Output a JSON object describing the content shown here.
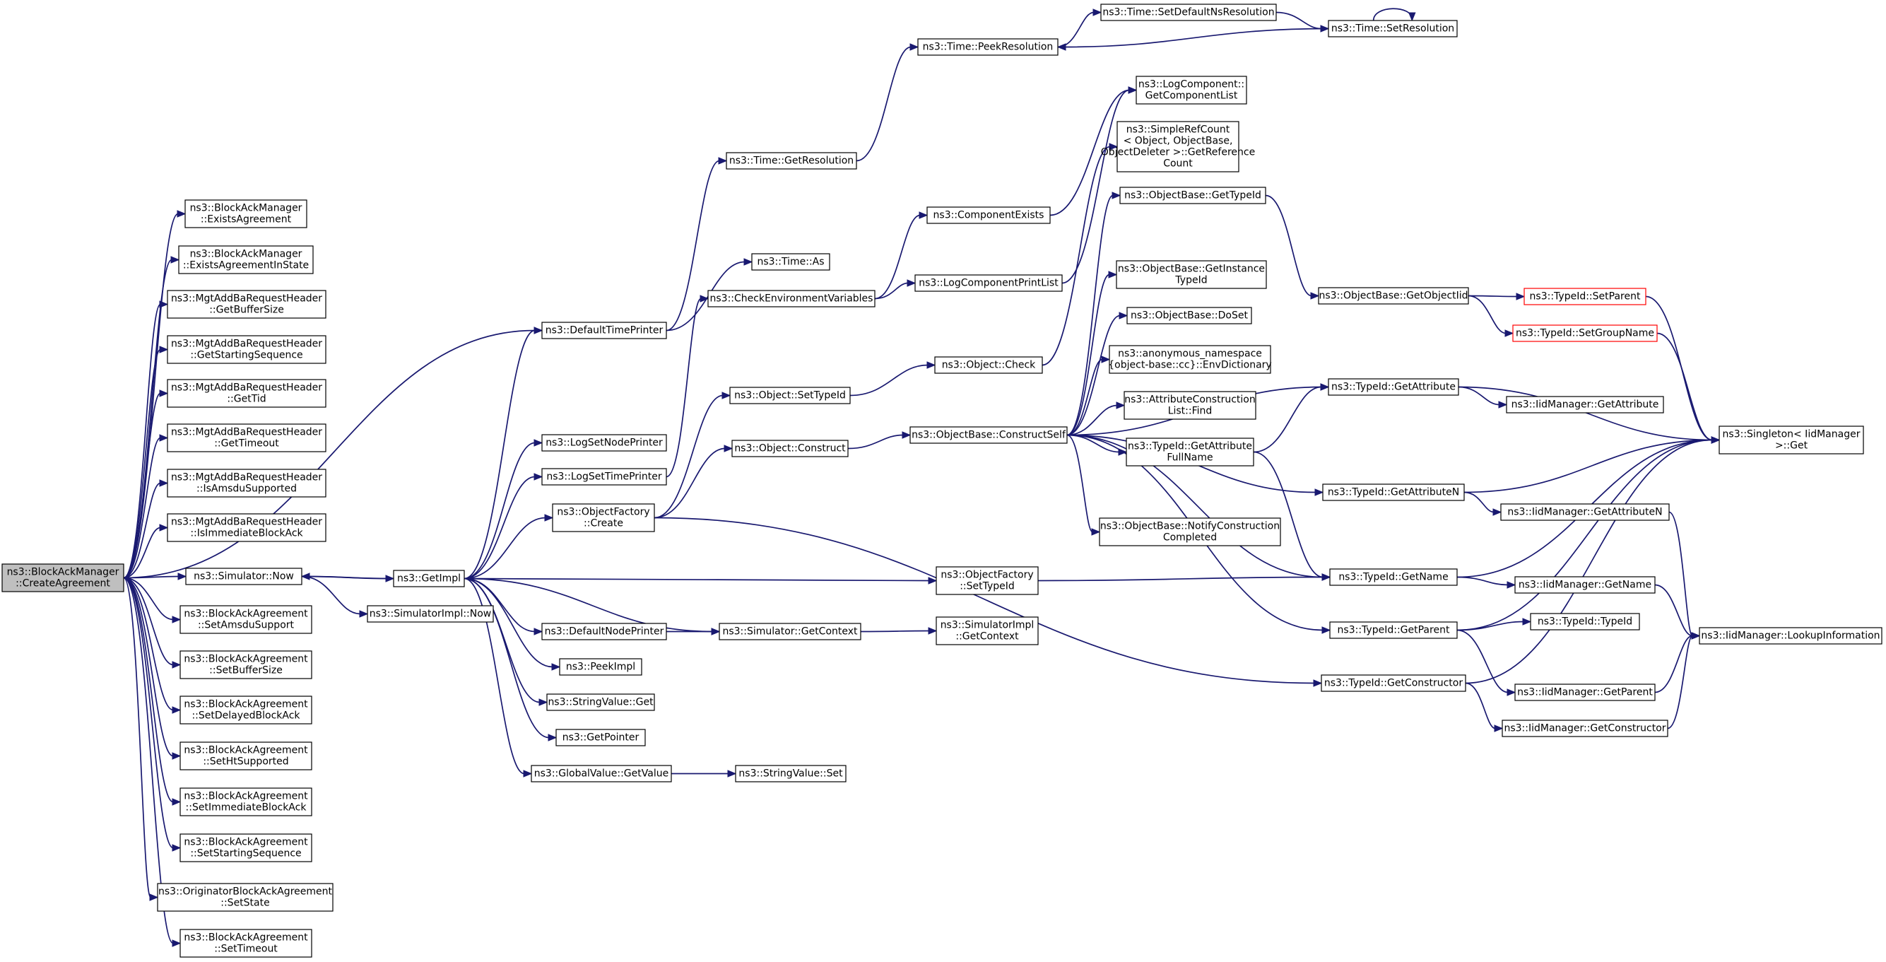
{
  "colors": {
    "edge": "#191970",
    "node_border": "#000000",
    "node_fill": "#ffffff",
    "root_fill": "#bfbfbf",
    "truncated_border": "#ff0000"
  },
  "diagram": {
    "nodes": [
      {
        "id": "root",
        "lines": [
          "ns3::BlockAckManager",
          "::CreateAgreement"
        ],
        "style": "root"
      },
      {
        "id": "bam_exists",
        "lines": [
          "ns3::BlockAckManager",
          "::ExistsAgreement"
        ]
      },
      {
        "id": "bam_exists_state",
        "lines": [
          "ns3::BlockAckManager",
          "::ExistsAgreementInState"
        ]
      },
      {
        "id": "mgt_buf",
        "lines": [
          "ns3::MgtAddBaRequestHeader",
          "::GetBufferSize"
        ]
      },
      {
        "id": "mgt_start",
        "lines": [
          "ns3::MgtAddBaRequestHeader",
          "::GetStartingSequence"
        ]
      },
      {
        "id": "mgt_tid",
        "lines": [
          "ns3::MgtAddBaRequestHeader",
          "::GetTid"
        ]
      },
      {
        "id": "mgt_timeout",
        "lines": [
          "ns3::MgtAddBaRequestHeader",
          "::GetTimeout"
        ]
      },
      {
        "id": "mgt_amsdu",
        "lines": [
          "ns3::MgtAddBaRequestHeader",
          "::IsAmsduSupported"
        ]
      },
      {
        "id": "mgt_imm",
        "lines": [
          "ns3::MgtAddBaRequestHeader",
          "::IsImmediateBlockAck"
        ]
      },
      {
        "id": "sim_now",
        "lines": [
          "ns3::Simulator::Now"
        ]
      },
      {
        "id": "baa_amsdu",
        "lines": [
          "ns3::BlockAckAgreement",
          "::SetAmsduSupport"
        ]
      },
      {
        "id": "baa_buf",
        "lines": [
          "ns3::BlockAckAgreement",
          "::SetBufferSize"
        ]
      },
      {
        "id": "baa_delayed",
        "lines": [
          "ns3::BlockAckAgreement",
          "::SetDelayedBlockAck"
        ]
      },
      {
        "id": "baa_ht",
        "lines": [
          "ns3::BlockAckAgreement",
          "::SetHtSupported"
        ]
      },
      {
        "id": "baa_imm",
        "lines": [
          "ns3::BlockAckAgreement",
          "::SetImmediateBlockAck"
        ]
      },
      {
        "id": "baa_start",
        "lines": [
          "ns3::BlockAckAgreement",
          "::SetStartingSequence"
        ]
      },
      {
        "id": "obaa_state",
        "lines": [
          "ns3::OriginatorBlockAckAgreement",
          "::SetState"
        ]
      },
      {
        "id": "baa_timeout",
        "lines": [
          "ns3::BlockAckAgreement",
          "::SetTimeout"
        ]
      },
      {
        "id": "get_impl",
        "lines": [
          "ns3::GetImpl"
        ]
      },
      {
        "id": "simimpl_now",
        "lines": [
          "ns3::SimulatorImpl::Now"
        ]
      },
      {
        "id": "default_time_printer",
        "lines": [
          "ns3::DefaultTimePrinter"
        ]
      },
      {
        "id": "log_set_node_printer",
        "lines": [
          "ns3::LogSetNodePrinter"
        ]
      },
      {
        "id": "log_set_time_printer",
        "lines": [
          "ns3::LogSetTimePrinter"
        ]
      },
      {
        "id": "objfactory_create",
        "lines": [
          "ns3::ObjectFactory",
          "::Create"
        ]
      },
      {
        "id": "default_node_printer",
        "lines": [
          "ns3::DefaultNodePrinter"
        ]
      },
      {
        "id": "peek_impl",
        "lines": [
          "ns3::PeekImpl"
        ]
      },
      {
        "id": "stringvalue_get",
        "lines": [
          "ns3::StringValue::Get"
        ]
      },
      {
        "id": "get_pointer",
        "lines": [
          "ns3::GetPointer"
        ]
      },
      {
        "id": "globalvalue_getvalue",
        "lines": [
          "ns3::GlobalValue::GetValue"
        ]
      },
      {
        "id": "time_getresolution",
        "lines": [
          "ns3::Time::GetResolution"
        ]
      },
      {
        "id": "time_as",
        "lines": [
          "ns3::Time::As"
        ]
      },
      {
        "id": "check_env",
        "lines": [
          "ns3::CheckEnvironmentVariables"
        ]
      },
      {
        "id": "object_settypeid",
        "lines": [
          "ns3::Object::SetTypeId"
        ]
      },
      {
        "id": "object_construct",
        "lines": [
          "ns3::Object::Construct"
        ]
      },
      {
        "id": "sim_getcontext",
        "lines": [
          "ns3::Simulator::GetContext"
        ]
      },
      {
        "id": "stringvalue_set",
        "lines": [
          "ns3::StringValue::Set"
        ]
      },
      {
        "id": "time_peekres",
        "lines": [
          "ns3::Time::PeekResolution"
        ]
      },
      {
        "id": "component_exists",
        "lines": [
          "ns3::ComponentExists"
        ]
      },
      {
        "id": "log_comp_printlist",
        "lines": [
          "ns3::LogComponentPrintList"
        ]
      },
      {
        "id": "object_check",
        "lines": [
          "ns3::Object::Check"
        ]
      },
      {
        "id": "objbase_constructself",
        "lines": [
          "ns3::ObjectBase::ConstructSelf"
        ]
      },
      {
        "id": "objfactory_settypeid",
        "lines": [
          "ns3::ObjectFactory",
          "::SetTypeId"
        ]
      },
      {
        "id": "simimpl_getcontext",
        "lines": [
          "ns3::SimulatorImpl",
          "::GetContext"
        ]
      },
      {
        "id": "time_setdefaultns",
        "lines": [
          "ns3::Time::SetDefaultNsResolution"
        ]
      },
      {
        "id": "logcomp_getlist",
        "lines": [
          "ns3::LogComponent::",
          "GetComponentList"
        ]
      },
      {
        "id": "simplerefcount",
        "lines": [
          "ns3::SimpleRefCount",
          "< Object, ObjectBase,",
          "ObjectDeleter >::GetReference",
          "Count"
        ]
      },
      {
        "id": "objbase_gettypeid",
        "lines": [
          "ns3::ObjectBase::GetTypeId"
        ]
      },
      {
        "id": "objbase_getinstancetypeid",
        "lines": [
          "ns3::ObjectBase::GetInstance",
          "TypeId"
        ]
      },
      {
        "id": "objbase_doset",
        "lines": [
          "ns3::ObjectBase::DoSet"
        ]
      },
      {
        "id": "anon_envdict",
        "lines": [
          "ns3::anonymous_namespace",
          "{object-base::cc}::EnvDictionary"
        ]
      },
      {
        "id": "attrconstruction_find",
        "lines": [
          "ns3::AttributeConstruction",
          "List::Find"
        ]
      },
      {
        "id": "typeid_getattrfullname",
        "lines": [
          "ns3::TypeId::GetAttribute",
          "FullName"
        ]
      },
      {
        "id": "objbase_notify",
        "lines": [
          "ns3::ObjectBase::NotifyConstruction",
          "Completed"
        ]
      },
      {
        "id": "time_setresolution",
        "lines": [
          "ns3::Time::SetResolution"
        ]
      },
      {
        "id": "objbase_getobjectiid",
        "lines": [
          "ns3::ObjectBase::GetObjectIid"
        ]
      },
      {
        "id": "typeid_getattribute",
        "lines": [
          "ns3::TypeId::GetAttribute"
        ]
      },
      {
        "id": "typeid_getattributen",
        "lines": [
          "ns3::TypeId::GetAttributeN"
        ]
      },
      {
        "id": "typeid_getname",
        "lines": [
          "ns3::TypeId::GetName"
        ]
      },
      {
        "id": "typeid_getparent",
        "lines": [
          "ns3::TypeId::GetParent"
        ]
      },
      {
        "id": "typeid_getconstructor",
        "lines": [
          "ns3::TypeId::GetConstructor"
        ]
      },
      {
        "id": "typeid_setparent",
        "lines": [
          "ns3::TypeId::SetParent"
        ],
        "style": "truncated"
      },
      {
        "id": "typeid_setgroupname",
        "lines": [
          "ns3::TypeId::SetGroupName"
        ],
        "style": "truncated"
      },
      {
        "id": "iid_getattribute",
        "lines": [
          "ns3::IidManager::GetAttribute"
        ]
      },
      {
        "id": "iid_getattributen",
        "lines": [
          "ns3::IidManager::GetAttributeN"
        ]
      },
      {
        "id": "iid_getname",
        "lines": [
          "ns3::IidManager::GetName"
        ]
      },
      {
        "id": "typeid_typeid",
        "lines": [
          "ns3::TypeId::TypeId"
        ]
      },
      {
        "id": "iid_getparent",
        "lines": [
          "ns3::IidManager::GetParent"
        ]
      },
      {
        "id": "iid_getconstructor",
        "lines": [
          "ns3::IidManager::GetConstructor"
        ]
      },
      {
        "id": "singleton_get",
        "lines": [
          "ns3::Singleton< IidManager",
          " >::Get"
        ]
      },
      {
        "id": "iid_lookupinfo",
        "lines": [
          "ns3::IidManager::LookupInformation"
        ]
      }
    ],
    "edges": [
      [
        "root",
        "bam_exists"
      ],
      [
        "root",
        "bam_exists_state"
      ],
      [
        "root",
        "mgt_buf"
      ],
      [
        "root",
        "mgt_start"
      ],
      [
        "root",
        "mgt_tid"
      ],
      [
        "root",
        "mgt_timeout"
      ],
      [
        "root",
        "mgt_amsdu"
      ],
      [
        "root",
        "mgt_imm"
      ],
      [
        "root",
        "sim_now"
      ],
      [
        "root",
        "baa_amsdu"
      ],
      [
        "root",
        "baa_buf"
      ],
      [
        "root",
        "baa_delayed"
      ],
      [
        "root",
        "baa_ht"
      ],
      [
        "root",
        "baa_imm"
      ],
      [
        "root",
        "baa_start"
      ],
      [
        "root",
        "obaa_state"
      ],
      [
        "root",
        "baa_timeout"
      ],
      [
        "root",
        "default_time_printer"
      ],
      [
        "sim_now",
        "get_impl"
      ],
      [
        "sim_now",
        "simimpl_now"
      ],
      [
        "get_impl",
        "sim_now"
      ],
      [
        "get_impl",
        "log_set_node_printer"
      ],
      [
        "get_impl",
        "log_set_time_printer"
      ],
      [
        "get_impl",
        "objfactory_create"
      ],
      [
        "get_impl",
        "objfactory_settypeid"
      ],
      [
        "get_impl",
        "default_node_printer"
      ],
      [
        "get_impl",
        "sim_getcontext"
      ],
      [
        "get_impl",
        "peek_impl"
      ],
      [
        "get_impl",
        "stringvalue_get"
      ],
      [
        "get_impl",
        "get_pointer"
      ],
      [
        "get_impl",
        "globalvalue_getvalue"
      ],
      [
        "get_impl",
        "default_time_printer"
      ],
      [
        "log_set_time_printer",
        "check_env"
      ],
      [
        "default_time_printer",
        "time_getresolution"
      ],
      [
        "default_time_printer",
        "time_as"
      ],
      [
        "time_getresolution",
        "time_peekres"
      ],
      [
        "time_peekres",
        "time_setdefaultns"
      ],
      [
        "time_setdefaultns",
        "time_setresolution"
      ],
      [
        "time_setresolution",
        "time_peekres"
      ],
      [
        "time_setresolution",
        "time_setresolution"
      ],
      [
        "check_env",
        "component_exists"
      ],
      [
        "check_env",
        "log_comp_printlist"
      ],
      [
        "component_exists",
        "logcomp_getlist"
      ],
      [
        "log_comp_printlist",
        "logcomp_getlist"
      ],
      [
        "objfactory_create",
        "object_settypeid"
      ],
      [
        "objfactory_create",
        "object_construct"
      ],
      [
        "objfactory_create",
        "typeid_getconstructor"
      ],
      [
        "object_settypeid",
        "object_check"
      ],
      [
        "object_check",
        "simplerefcount"
      ],
      [
        "object_construct",
        "objbase_constructself"
      ],
      [
        "objbase_constructself",
        "objbase_gettypeid"
      ],
      [
        "objbase_constructself",
        "objbase_getinstancetypeid"
      ],
      [
        "objbase_constructself",
        "objbase_doset"
      ],
      [
        "objbase_constructself",
        "anon_envdict"
      ],
      [
        "objbase_constructself",
        "attrconstruction_find"
      ],
      [
        "objbase_constructself",
        "typeid_getattrfullname"
      ],
      [
        "objbase_constructself",
        "objbase_notify"
      ],
      [
        "objbase_constructself",
        "typeid_getattribute"
      ],
      [
        "objbase_constructself",
        "typeid_getattributen"
      ],
      [
        "objbase_constructself",
        "typeid_getname"
      ],
      [
        "objbase_constructself",
        "typeid_getparent"
      ],
      [
        "objbase_gettypeid",
        "objbase_getobjectiid"
      ],
      [
        "objbase_getobjectiid",
        "typeid_setparent"
      ],
      [
        "objbase_getobjectiid",
        "typeid_setgroupname"
      ],
      [
        "typeid_setparent",
        "singleton_get"
      ],
      [
        "typeid_setgroupname",
        "singleton_get"
      ],
      [
        "typeid_getattrfullname",
        "typeid_getattribute"
      ],
      [
        "typeid_getattrfullname",
        "typeid_getname"
      ],
      [
        "typeid_getattribute",
        "singleton_get"
      ],
      [
        "typeid_getattribute",
        "iid_getattribute"
      ],
      [
        "typeid_getattributen",
        "singleton_get"
      ],
      [
        "typeid_getattributen",
        "iid_getattributen"
      ],
      [
        "iid_getattributen",
        "iid_lookupinfo"
      ],
      [
        "objfactory_settypeid",
        "typeid_getname"
      ],
      [
        "typeid_getname",
        "singleton_get"
      ],
      [
        "typeid_getname",
        "iid_getname"
      ],
      [
        "iid_getname",
        "iid_lookupinfo"
      ],
      [
        "typeid_getparent",
        "singleton_get"
      ],
      [
        "typeid_getparent",
        "typeid_typeid"
      ],
      [
        "typeid_getparent",
        "iid_getparent"
      ],
      [
        "iid_getparent",
        "iid_lookupinfo"
      ],
      [
        "typeid_getconstructor",
        "singleton_get"
      ],
      [
        "typeid_getconstructor",
        "iid_getconstructor"
      ],
      [
        "iid_getconstructor",
        "iid_lookupinfo"
      ],
      [
        "default_node_printer",
        "sim_getcontext"
      ],
      [
        "sim_getcontext",
        "simimpl_getcontext"
      ],
      [
        "globalvalue_getvalue",
        "stringvalue_set"
      ]
    ]
  }
}
